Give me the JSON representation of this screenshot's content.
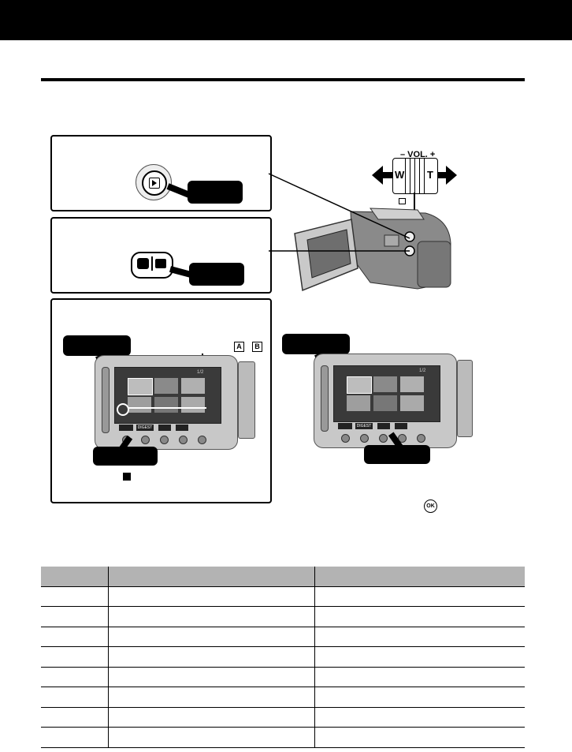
{
  "dial": {
    "vol_label": "– VOL. +",
    "w_label": "W",
    "t_label": "T"
  },
  "marks": {
    "a_label": "A",
    "b_label": "B"
  },
  "screen": {
    "page_label": "1/2",
    "digest_label": "DIGEST"
  },
  "ok_icon_label": "OK",
  "table": {
    "rows": 8,
    "columns": 3
  },
  "colors": {
    "header_bar": "#000000",
    "table_header": "#b3b3b3",
    "lcd_bezel": "#c8c8c8"
  }
}
